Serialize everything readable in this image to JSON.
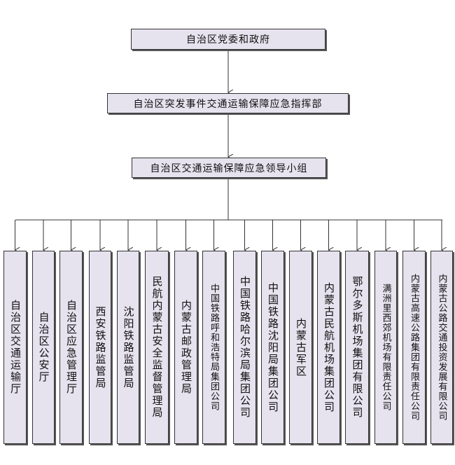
{
  "top": {
    "level1": "自治区党委和政府",
    "level2": "自治区突发事件交通运输保障应急指挥部",
    "level3": "自治区交通运输保障应急领导小组"
  },
  "units": [
    "自治区交通运输厅",
    "自治区公安厅",
    "自治区应急管理厅",
    "西安铁路监管局",
    "沈阳铁路监管局",
    "民航内蒙古安全监督管理局",
    "内蒙古邮政管理局",
    "中国铁路呼和浩特局集团公司",
    "中国铁路哈尔滨局集团公司",
    "中国铁路沈阳局集团公司",
    "内蒙古军区",
    "内蒙古民航机场集团公司",
    "鄂尔多斯机场集团有限公司",
    "满洲里西郊机场有限责任公司",
    "内蒙古高速公路集团有限责任公司",
    "内蒙古公路交通投资发展有限公司"
  ]
}
